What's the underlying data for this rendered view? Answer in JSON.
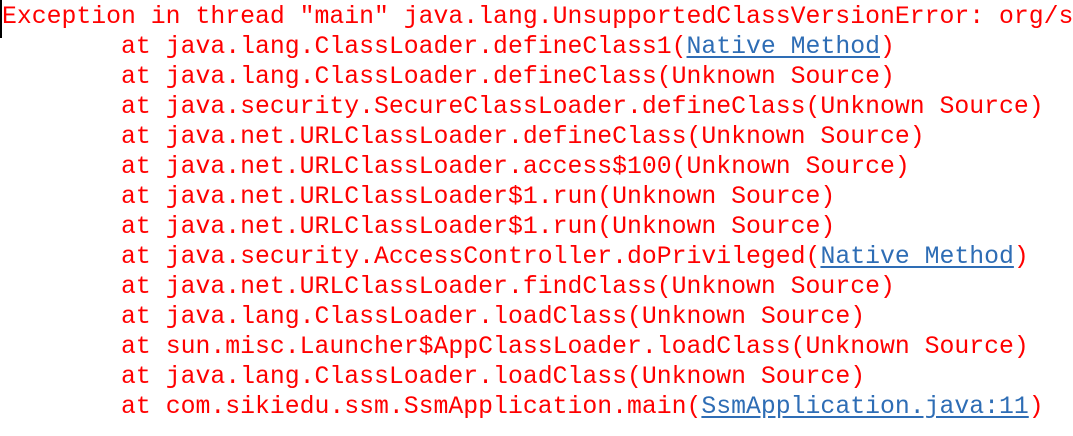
{
  "console": {
    "error_color": "#ff0000",
    "link_color": "#2e6db5",
    "caret_color": "#000000",
    "lines": [
      {
        "segments": [
          {
            "t": "Exception in thread \"main\" java.lang.UnsupportedClassVersionError: org/s"
          }
        ]
      },
      {
        "segments": [
          {
            "t": "\tat java.lang.ClassLoader.defineClass1("
          },
          {
            "t": "Native Method",
            "link": true
          },
          {
            "t": ")"
          }
        ]
      },
      {
        "segments": [
          {
            "t": "\tat java.lang.ClassLoader.defineClass(Unknown Source)"
          }
        ]
      },
      {
        "segments": [
          {
            "t": "\tat java.security.SecureClassLoader.defineClass(Unknown Source)"
          }
        ]
      },
      {
        "segments": [
          {
            "t": "\tat java.net.URLClassLoader.defineClass(Unknown Source)"
          }
        ]
      },
      {
        "segments": [
          {
            "t": "\tat java.net.URLClassLoader.access$100(Unknown Source)"
          }
        ]
      },
      {
        "segments": [
          {
            "t": "\tat java.net.URLClassLoader$1.run(Unknown Source)"
          }
        ]
      },
      {
        "segments": [
          {
            "t": "\tat java.net.URLClassLoader$1.run(Unknown Source)"
          }
        ]
      },
      {
        "segments": [
          {
            "t": "\tat java.security.AccessController.doPrivileged("
          },
          {
            "t": "Native Method",
            "link": true
          },
          {
            "t": ")"
          }
        ]
      },
      {
        "segments": [
          {
            "t": "\tat java.net.URLClassLoader.findClass(Unknown Source)"
          }
        ]
      },
      {
        "segments": [
          {
            "t": "\tat java.lang.ClassLoader.loadClass(Unknown Source)"
          }
        ]
      },
      {
        "segments": [
          {
            "t": "\tat sun.misc.Launcher$AppClassLoader.loadClass(Unknown Source)"
          }
        ]
      },
      {
        "segments": [
          {
            "t": "\tat java.lang.ClassLoader.loadClass(Unknown Source)"
          }
        ]
      },
      {
        "segments": [
          {
            "t": "\tat com.sikiedu.ssm.SsmApplication.main("
          },
          {
            "t": "SsmApplication.java:11",
            "link": true
          },
          {
            "t": ")"
          }
        ]
      }
    ]
  }
}
